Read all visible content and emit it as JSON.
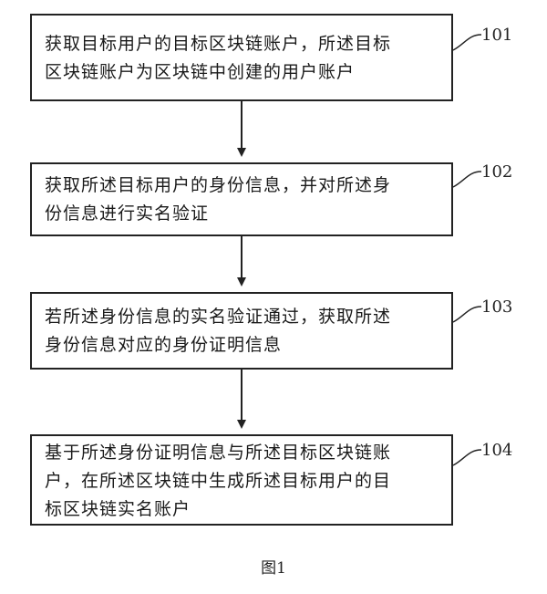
{
  "steps": [
    {
      "id": "101",
      "line1": "获取目标用户的目标区块链账户，所述目标",
      "line2": "区块链账户为区块链中创建的用户账户",
      "line3": ""
    },
    {
      "id": "102",
      "line1": "获取所述目标用户的身份信息，并对所述身",
      "line2": "份信息进行实名验证",
      "line3": ""
    },
    {
      "id": "103",
      "line1": "若所述身份信息的实名验证通过，获取所述",
      "line2": "身份信息对应的身份证明信息",
      "line3": ""
    },
    {
      "id": "104",
      "line1": "基于所述身份证明信息与所述目标区块链账",
      "line2": "户，在所述区块链中生成所述目标用户的目",
      "line3": "标区块链实名账户"
    }
  ],
  "caption": "图1"
}
